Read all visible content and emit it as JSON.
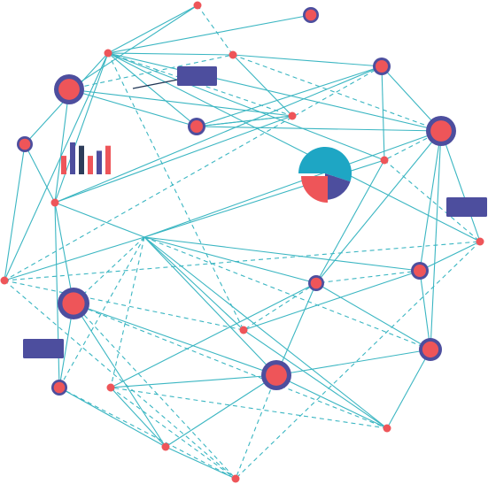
{
  "colors": {
    "edge": "#3bb6c2",
    "edge_dark": "#1f3554",
    "node_fill": "#ee5559",
    "node_ring": "#4d4e9e",
    "rect": "#4d4e9e",
    "pie_teal": "#1ea6c4",
    "pie_indigo": "#4d4e9e",
    "pie_coral": "#ee5559",
    "bar_coral": "#ee5559",
    "bar_indigo": "#4d4e9e",
    "bar_dark": "#2d3d5a"
  },
  "network": {
    "nodes": [
      {
        "id": "n1",
        "kind": "dot"
      },
      {
        "id": "n2",
        "kind": "ringed"
      },
      {
        "id": "n3",
        "kind": "dot"
      },
      {
        "id": "n4",
        "kind": "dot"
      },
      {
        "id": "n5",
        "kind": "ringed"
      },
      {
        "id": "n6",
        "kind": "ringed"
      },
      {
        "id": "n7",
        "kind": "ringed"
      },
      {
        "id": "n8",
        "kind": "dot"
      },
      {
        "id": "n9",
        "kind": "dot"
      },
      {
        "id": "n10",
        "kind": "ringed"
      },
      {
        "id": "n11",
        "kind": "ringed"
      },
      {
        "id": "n12",
        "kind": "dot"
      },
      {
        "id": "n13",
        "kind": "dot"
      },
      {
        "id": "n14",
        "kind": "dot"
      },
      {
        "id": "n15",
        "kind": "ringed"
      },
      {
        "id": "n16",
        "kind": "ringed"
      },
      {
        "id": "n17",
        "kind": "ringed"
      },
      {
        "id": "n18",
        "kind": "dot"
      },
      {
        "id": "n19",
        "kind": "ringed"
      },
      {
        "id": "n20",
        "kind": "ringed"
      },
      {
        "id": "n21",
        "kind": "ringed"
      },
      {
        "id": "n22",
        "kind": "dot"
      },
      {
        "id": "n23",
        "kind": "dot"
      },
      {
        "id": "n24",
        "kind": "ringed"
      },
      {
        "id": "n25",
        "kind": "dot"
      },
      {
        "id": "n26",
        "kind": "dot"
      }
    ],
    "edges": [
      [
        "n1",
        "n3",
        "solid"
      ],
      [
        "n1",
        "n5",
        "solid"
      ],
      [
        "n1",
        "n4",
        "dashed"
      ],
      [
        "n3",
        "n4",
        "solid"
      ],
      [
        "n3",
        "n7",
        "solid"
      ],
      [
        "n3",
        "n11",
        "solid"
      ],
      [
        "n3",
        "n13",
        "solid"
      ],
      [
        "n3",
        "n12",
        "solid"
      ],
      [
        "n3",
        "n14",
        "solid"
      ],
      [
        "n3",
        "n9",
        "solid"
      ],
      [
        "n3",
        "n8",
        "dashed"
      ],
      [
        "n3",
        "n18",
        "dashed"
      ],
      [
        "n2",
        "n3",
        "solid"
      ],
      [
        "n6",
        "n9",
        "solid"
      ],
      [
        "n6",
        "n13",
        "solid"
      ],
      [
        "n6",
        "n3",
        "solid"
      ],
      [
        "n5",
        "n4",
        "dashed"
      ],
      [
        "n5",
        "n8",
        "solid"
      ],
      [
        "n5",
        "n7",
        "solid"
      ],
      [
        "n5",
        "n9",
        "solid"
      ],
      [
        "n4",
        "n10",
        "solid"
      ],
      [
        "n4",
        "n8",
        "solid"
      ],
      [
        "n4",
        "n11",
        "dashed"
      ],
      [
        "n7",
        "n8",
        "solid"
      ],
      [
        "n7",
        "n10",
        "solid"
      ],
      [
        "n7",
        "n11",
        "solid"
      ],
      [
        "n8",
        "n9",
        "solid"
      ],
      [
        "n8",
        "n7",
        "solid"
      ],
      [
        "n10",
        "n12",
        "solid"
      ],
      [
        "n10",
        "n11",
        "solid"
      ],
      [
        "n10",
        "n9",
        "solid"
      ],
      [
        "n10",
        "n13",
        "dashed"
      ],
      [
        "n11",
        "n12",
        "dashed"
      ],
      [
        "n11",
        "n15",
        "solid"
      ],
      [
        "n11",
        "n16",
        "solid"
      ],
      [
        "n11",
        "n17",
        "solid"
      ],
      [
        "n11",
        "n19",
        "solid"
      ],
      [
        "n11",
        "n14",
        "solid"
      ],
      [
        "n12",
        "n14",
        "dashed"
      ],
      [
        "n12",
        "n15",
        "solid"
      ],
      [
        "n12",
        "n17",
        "solid"
      ],
      [
        "n9",
        "n15",
        "solid"
      ],
      [
        "n9",
        "n21",
        "solid"
      ],
      [
        "n9",
        "n20",
        "solid"
      ],
      [
        "n13",
        "n14",
        "dashed"
      ],
      [
        "n13",
        "n15",
        "solid"
      ],
      [
        "n13",
        "n18",
        "dashed"
      ],
      [
        "n13",
        "n25",
        "dashed"
      ],
      [
        "n14",
        "n16",
        "solid"
      ],
      [
        "n14",
        "n25",
        "dashed"
      ],
      [
        "n15",
        "n16",
        "solid"
      ],
      [
        "n15",
        "n22",
        "solid"
      ],
      [
        "n15",
        "n17",
        "solid"
      ],
      [
        "n15",
        "n18",
        "solid"
      ],
      [
        "n15",
        "n19",
        "dashed"
      ],
      [
        "n15",
        "n20",
        "dashed"
      ],
      [
        "n15",
        "n21",
        "dashed"
      ],
      [
        "n15",
        "n24",
        "solid"
      ],
      [
        "n15",
        "n23",
        "dashed"
      ],
      [
        "n16",
        "n17",
        "dashed"
      ],
      [
        "n16",
        "n18",
        "solid"
      ],
      [
        "n16",
        "n19",
        "solid"
      ],
      [
        "n17",
        "n18",
        "dashed"
      ],
      [
        "n17",
        "n23",
        "solid"
      ],
      [
        "n17",
        "n24",
        "solid"
      ],
      [
        "n18",
        "n22",
        "solid"
      ],
      [
        "n19",
        "n22",
        "solid"
      ],
      [
        "n19",
        "n24",
        "solid"
      ],
      [
        "n19",
        "n17",
        "solid"
      ],
      [
        "n20",
        "n21",
        "solid"
      ],
      [
        "n20",
        "n22",
        "dashed"
      ],
      [
        "n20",
        "n24",
        "solid"
      ],
      [
        "n20",
        "n25",
        "dashed"
      ],
      [
        "n20",
        "n26",
        "solid"
      ],
      [
        "n21",
        "n25",
        "dashed"
      ],
      [
        "n21",
        "n26",
        "solid"
      ],
      [
        "n22",
        "n23",
        "dashed"
      ],
      [
        "n22",
        "n24",
        "solid"
      ],
      [
        "n23",
        "n24",
        "solid"
      ],
      [
        "n23",
        "n25",
        "dashed"
      ],
      [
        "n23",
        "n26",
        "solid"
      ],
      [
        "n24",
        "n26",
        "solid"
      ],
      [
        "n24",
        "n25",
        "dashed"
      ],
      [
        "n25",
        "n26",
        "solid"
      ]
    ]
  },
  "pie": {
    "slices": [
      {
        "label": "teal",
        "value": 0.55,
        "color": "#1ea6c4"
      },
      {
        "label": "indigo",
        "value": 0.2,
        "color": "#4d4e9e"
      },
      {
        "label": "coral",
        "value": 0.25,
        "color": "#ee5559"
      }
    ]
  },
  "bars": {
    "values": [
      0.55,
      0.95,
      0.85,
      0.55,
      0.7,
      0.85
    ],
    "colors": [
      "#ee5559",
      "#4d4e9e",
      "#2d3d5a",
      "#ee5559",
      "#4d4e9e",
      "#ee5559"
    ]
  },
  "labels": {
    "rect_count": 3
  }
}
